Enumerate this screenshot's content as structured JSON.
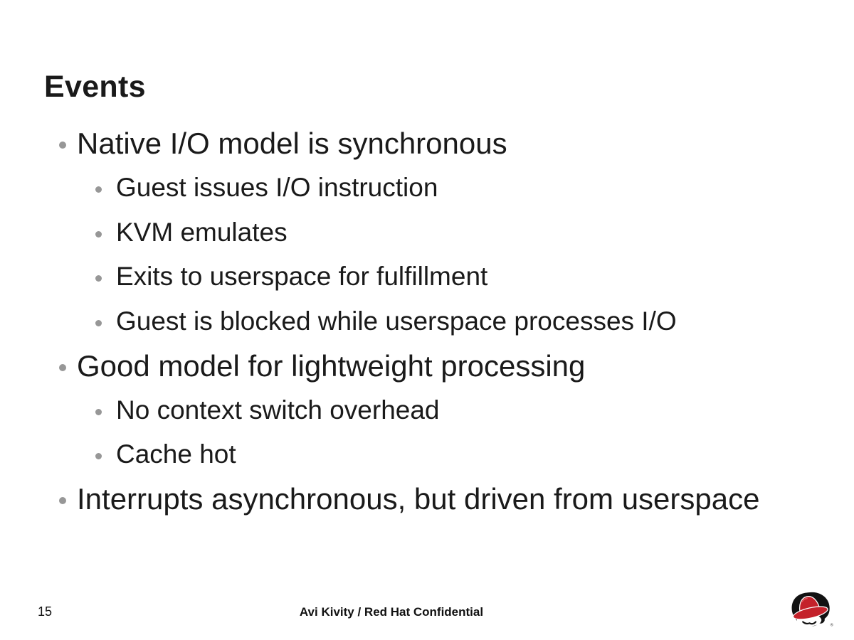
{
  "slide": {
    "title": "Events",
    "items": [
      {
        "level": 1,
        "text": "Native I/O model is synchronous"
      },
      {
        "level": 2,
        "text": "Guest issues I/O instruction"
      },
      {
        "level": 2,
        "text": "KVM emulates"
      },
      {
        "level": 2,
        "text": "Exits to userspace for fulfillment"
      },
      {
        "level": 2,
        "text": "Guest is blocked while userspace processes I/O"
      },
      {
        "level": 1,
        "text": "Good model for lightweight processing"
      },
      {
        "level": 2,
        "text": "No context switch overhead"
      },
      {
        "level": 2,
        "text": "Cache hot"
      },
      {
        "level": 1,
        "text": "Interrupts asynchronous, but driven from userspace"
      }
    ],
    "footer": {
      "page_number": "15",
      "credit": "Avi Kivity / Red Hat Confidential"
    },
    "logo": {
      "name": "Red Hat Shadowman logo",
      "registered_mark": "®"
    },
    "colors": {
      "text": "#1a1a1a",
      "bullet_gray": "#979797",
      "hat_red": "#c4212a",
      "shadow_black": "#121212",
      "background": "#ffffff"
    }
  }
}
